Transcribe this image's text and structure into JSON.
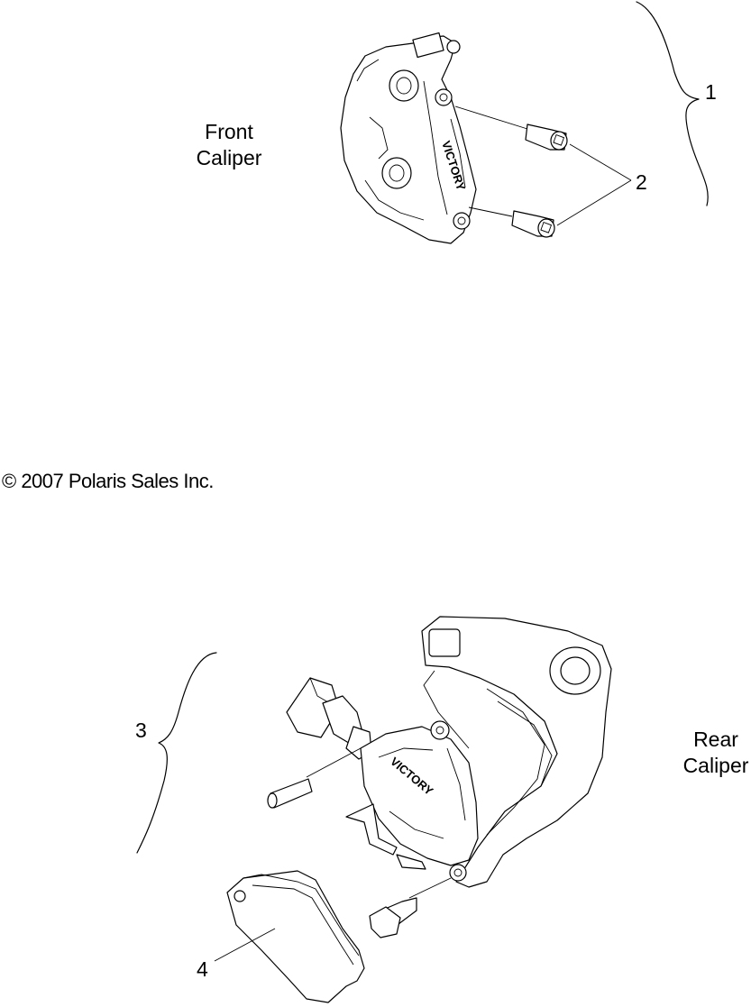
{
  "labels": {
    "front_caliper_line1": "Front",
    "front_caliper_line2": "Caliper",
    "rear_caliper_line1": "Rear",
    "rear_caliper_line2": "Caliper"
  },
  "callouts": {
    "c1": "1",
    "c2": "2",
    "c3": "3",
    "c4": "4"
  },
  "caliper_brand": "VICTORY",
  "copyright": "© 2007 Polaris Sales Inc."
}
